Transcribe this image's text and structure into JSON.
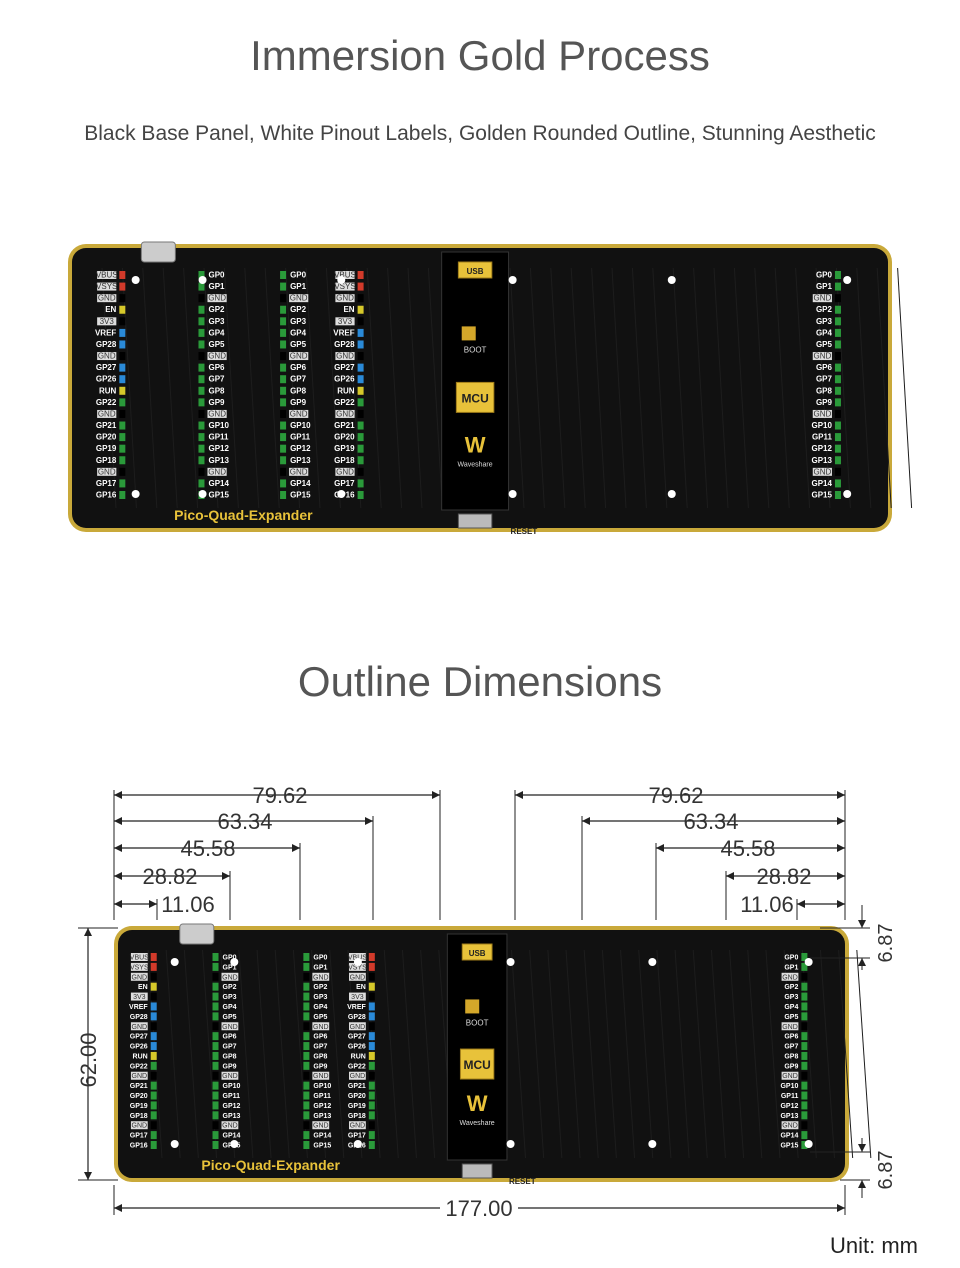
{
  "header": {
    "title": "Immersion Gold Process",
    "subtitle": "Black Base Panel, White Pinout Labels, Golden Rounded Outline, Stunning Aesthetic"
  },
  "board": {
    "name": "Pico-Quad-Expander",
    "usb_label": "USB",
    "boot_label": "BOOT",
    "mcu_label": "MCU",
    "brand": "Waveshare",
    "reset_label": "RESET",
    "left_pins": [
      "VBUS",
      "VSYS",
      "GND",
      "EN",
      "3V3",
      "VREF",
      "GP28",
      "GND",
      "GP27",
      "GP26",
      "RUN",
      "GP22",
      "GND",
      "GP21",
      "GP20",
      "GP19",
      "GP18",
      "GND",
      "GP17",
      "GP16"
    ],
    "right_pins": [
      "GP0",
      "GP1",
      "GND",
      "GP2",
      "GP3",
      "GP4",
      "GP5",
      "GND",
      "GP6",
      "GP7",
      "GP8",
      "GP9",
      "GND",
      "GP10",
      "GP11",
      "GP12",
      "GP13",
      "GND",
      "GP14",
      "GP15"
    ]
  },
  "dimensions_section": {
    "title": "Outline Dimensions",
    "left_dims": [
      "79.62",
      "63.34",
      "45.58",
      "28.82",
      "11.06"
    ],
    "right_dims": [
      "79.62",
      "63.34",
      "45.58",
      "28.82",
      "11.06"
    ],
    "height": "62.00",
    "width": "177.00",
    "top_offset": "6.87",
    "bottom_offset": "6.87",
    "unit": "Unit: mm"
  },
  "colors": {
    "board": "#111111",
    "gold": "#c9a93a",
    "header_green": "#2a9a3a",
    "pin_red": "#d23a2a",
    "pin_blue": "#2a8ad8",
    "pin_yellow": "#d6c82a"
  }
}
